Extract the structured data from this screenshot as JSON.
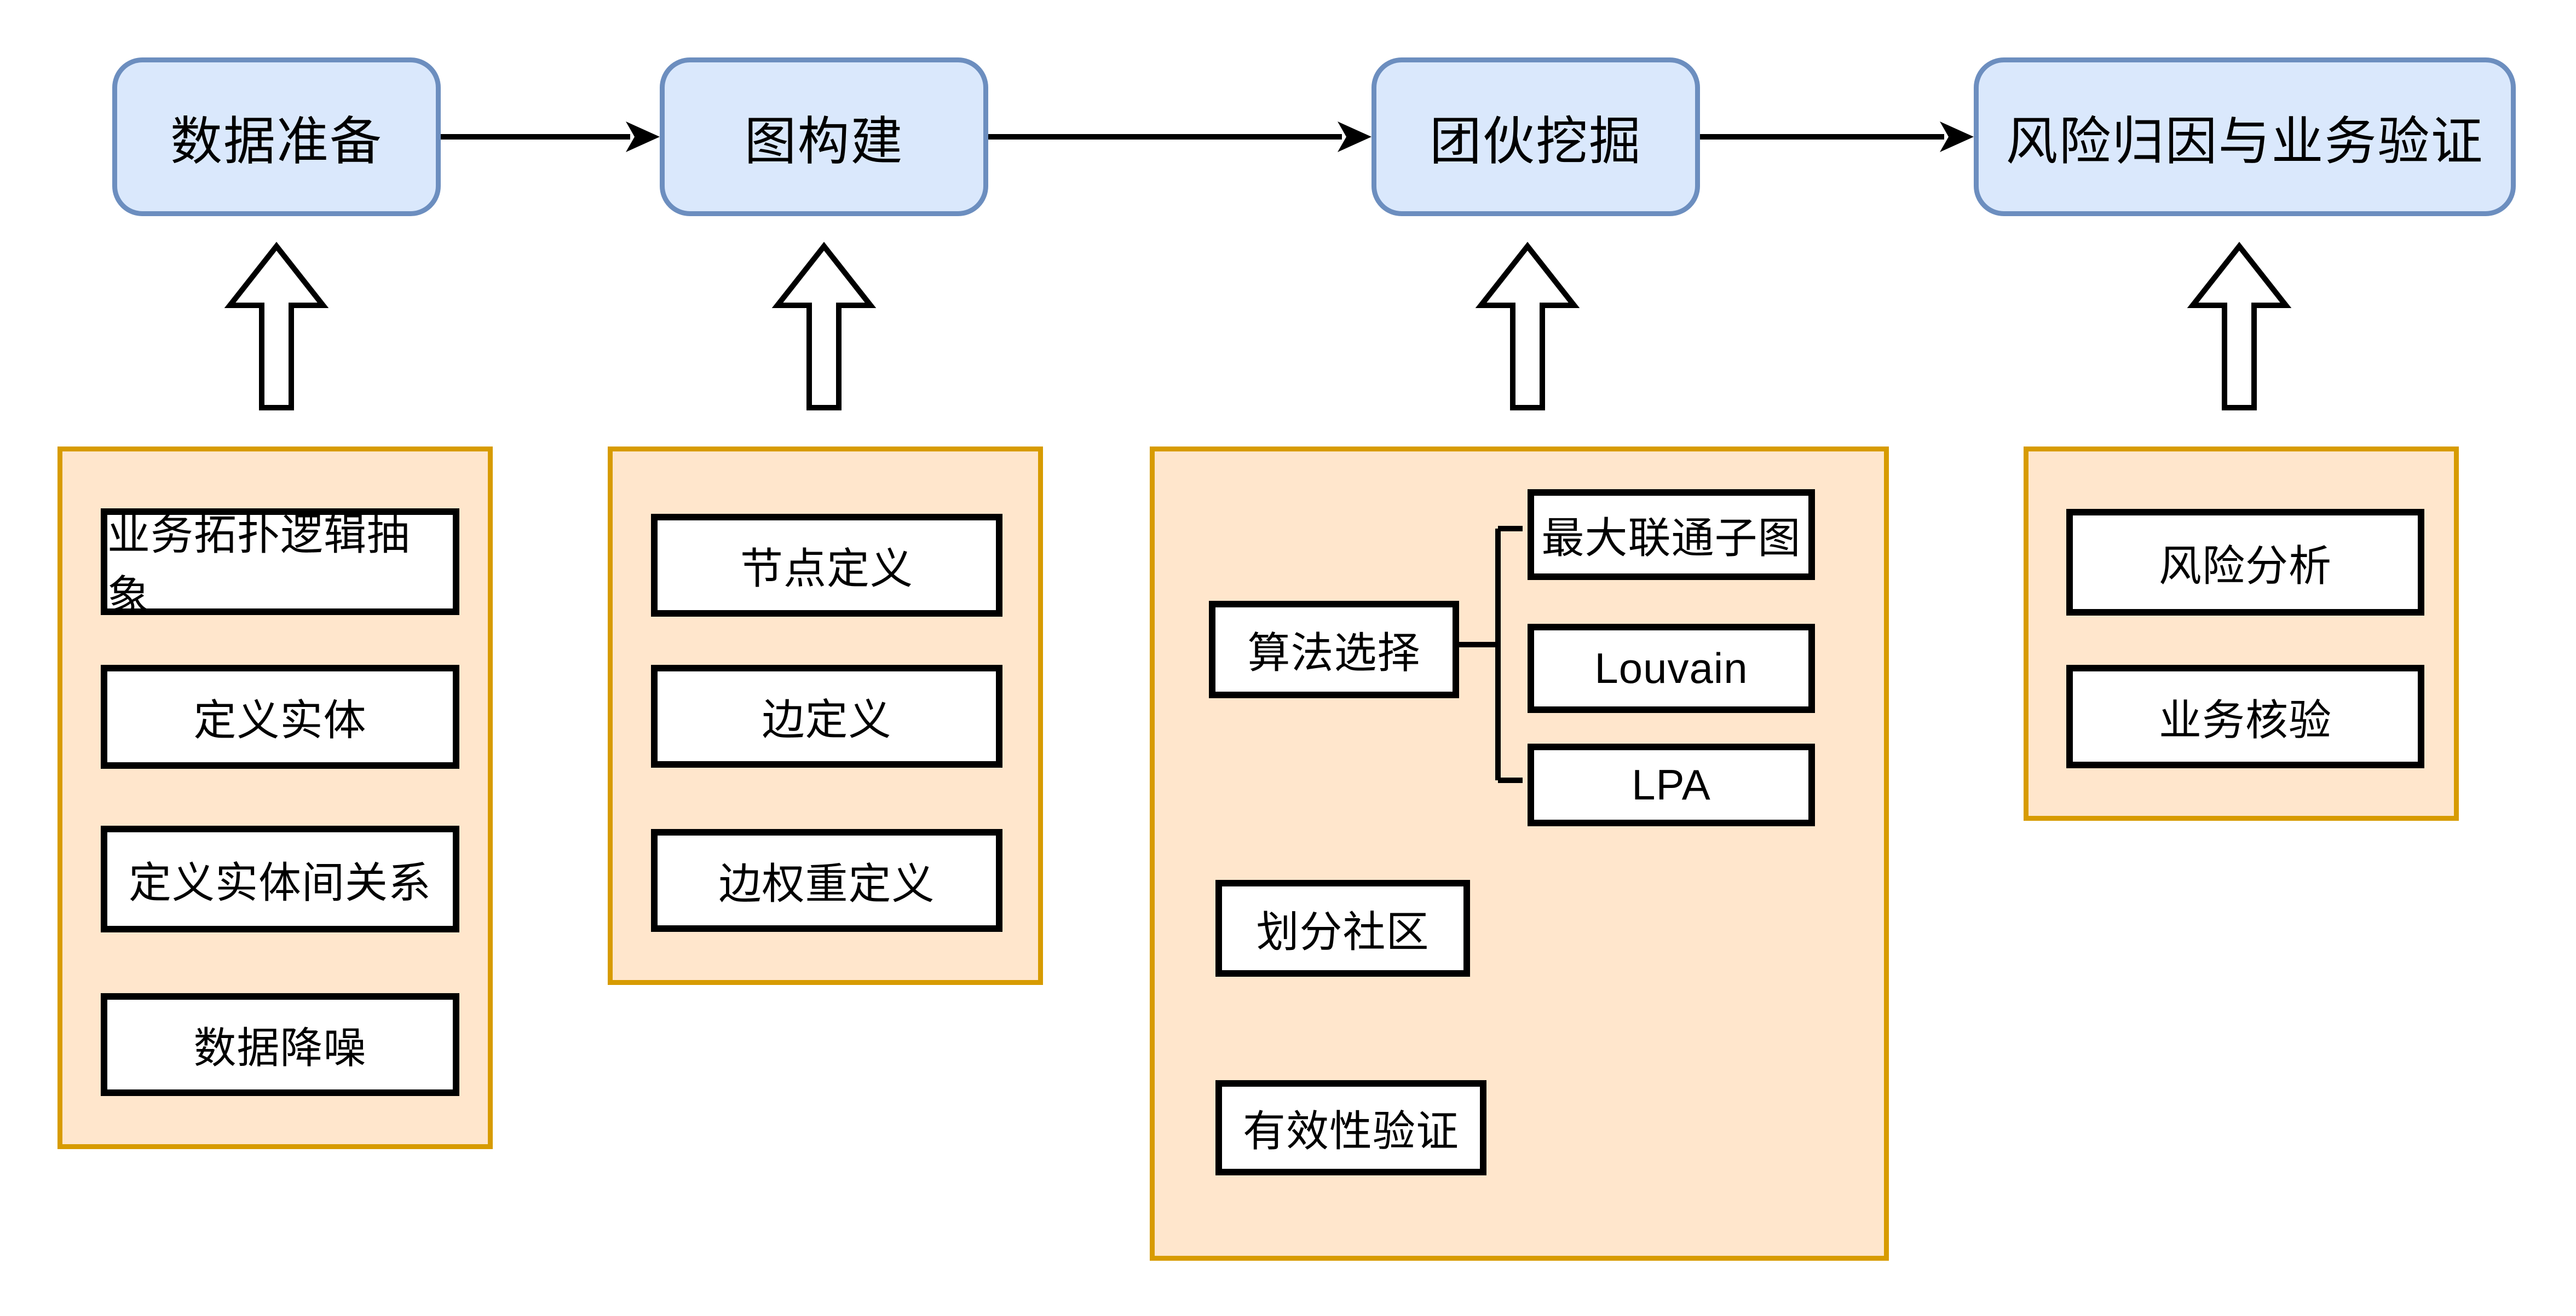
{
  "diagram": {
    "stages": [
      "数据准备",
      "图构建",
      "团伙挖掘",
      "风险归因与业务验证"
    ],
    "data_preparation_steps": [
      "业务拓扑逻辑抽象",
      "定义实体",
      "定义实体间关系",
      "数据降噪"
    ],
    "graph_construction_steps": [
      "节点定义",
      "边定义",
      "边权重定义"
    ],
    "gang_mining": {
      "algorithm_selection": "算法选择",
      "algorithms": [
        "最大联通子图",
        "Louvain",
        "LPA"
      ],
      "steps": [
        "划分社区",
        "有效性验证"
      ]
    },
    "risk_validation_steps": [
      "风险分析",
      "业务核验"
    ],
    "colors": {
      "stage-fill": "#dae8fc",
      "stage-border": "#6c8ebf",
      "panel-fill": "#ffe6cc",
      "panel-border": "#d79b00",
      "box-fill": "#ffffff",
      "line": "#000000"
    }
  }
}
